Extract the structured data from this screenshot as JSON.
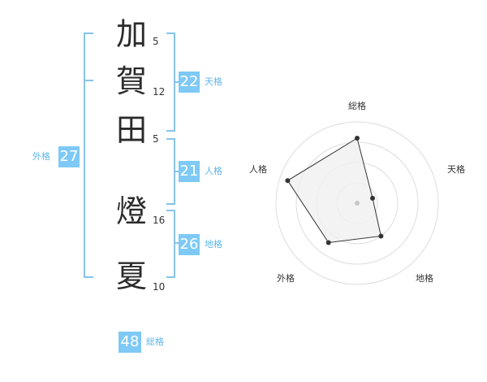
{
  "name": {
    "characters": [
      {
        "char": "加",
        "strokes": "5"
      },
      {
        "char": "賀",
        "strokes": "12"
      },
      {
        "char": "田",
        "strokes": "5"
      },
      {
        "char": "燈",
        "strokes": "16"
      },
      {
        "char": "夏",
        "strokes": "10"
      }
    ]
  },
  "fortune": {
    "tenkaku": {
      "value": "22",
      "label": "天格"
    },
    "jinkaku": {
      "value": "21",
      "label": "人格"
    },
    "chikaku": {
      "value": "26",
      "label": "地格"
    },
    "gaikaku": {
      "value": "27",
      "label": "外格"
    },
    "soukaku": {
      "value": "48",
      "label": "総格"
    }
  },
  "colors": {
    "accent": "#7ec9f5",
    "bracket": "#86c3ea",
    "label": "#5fb5ea",
    "polygon_fill": "#f0f0f0",
    "polygon_stroke": "#333333"
  },
  "chart_data": {
    "type": "radar",
    "axes": [
      "総格",
      "天格",
      "地格",
      "外格",
      "人格"
    ],
    "values": [
      0.8,
      0.2,
      0.5,
      0.6,
      0.9
    ],
    "max": 1.0,
    "rings": 4
  }
}
